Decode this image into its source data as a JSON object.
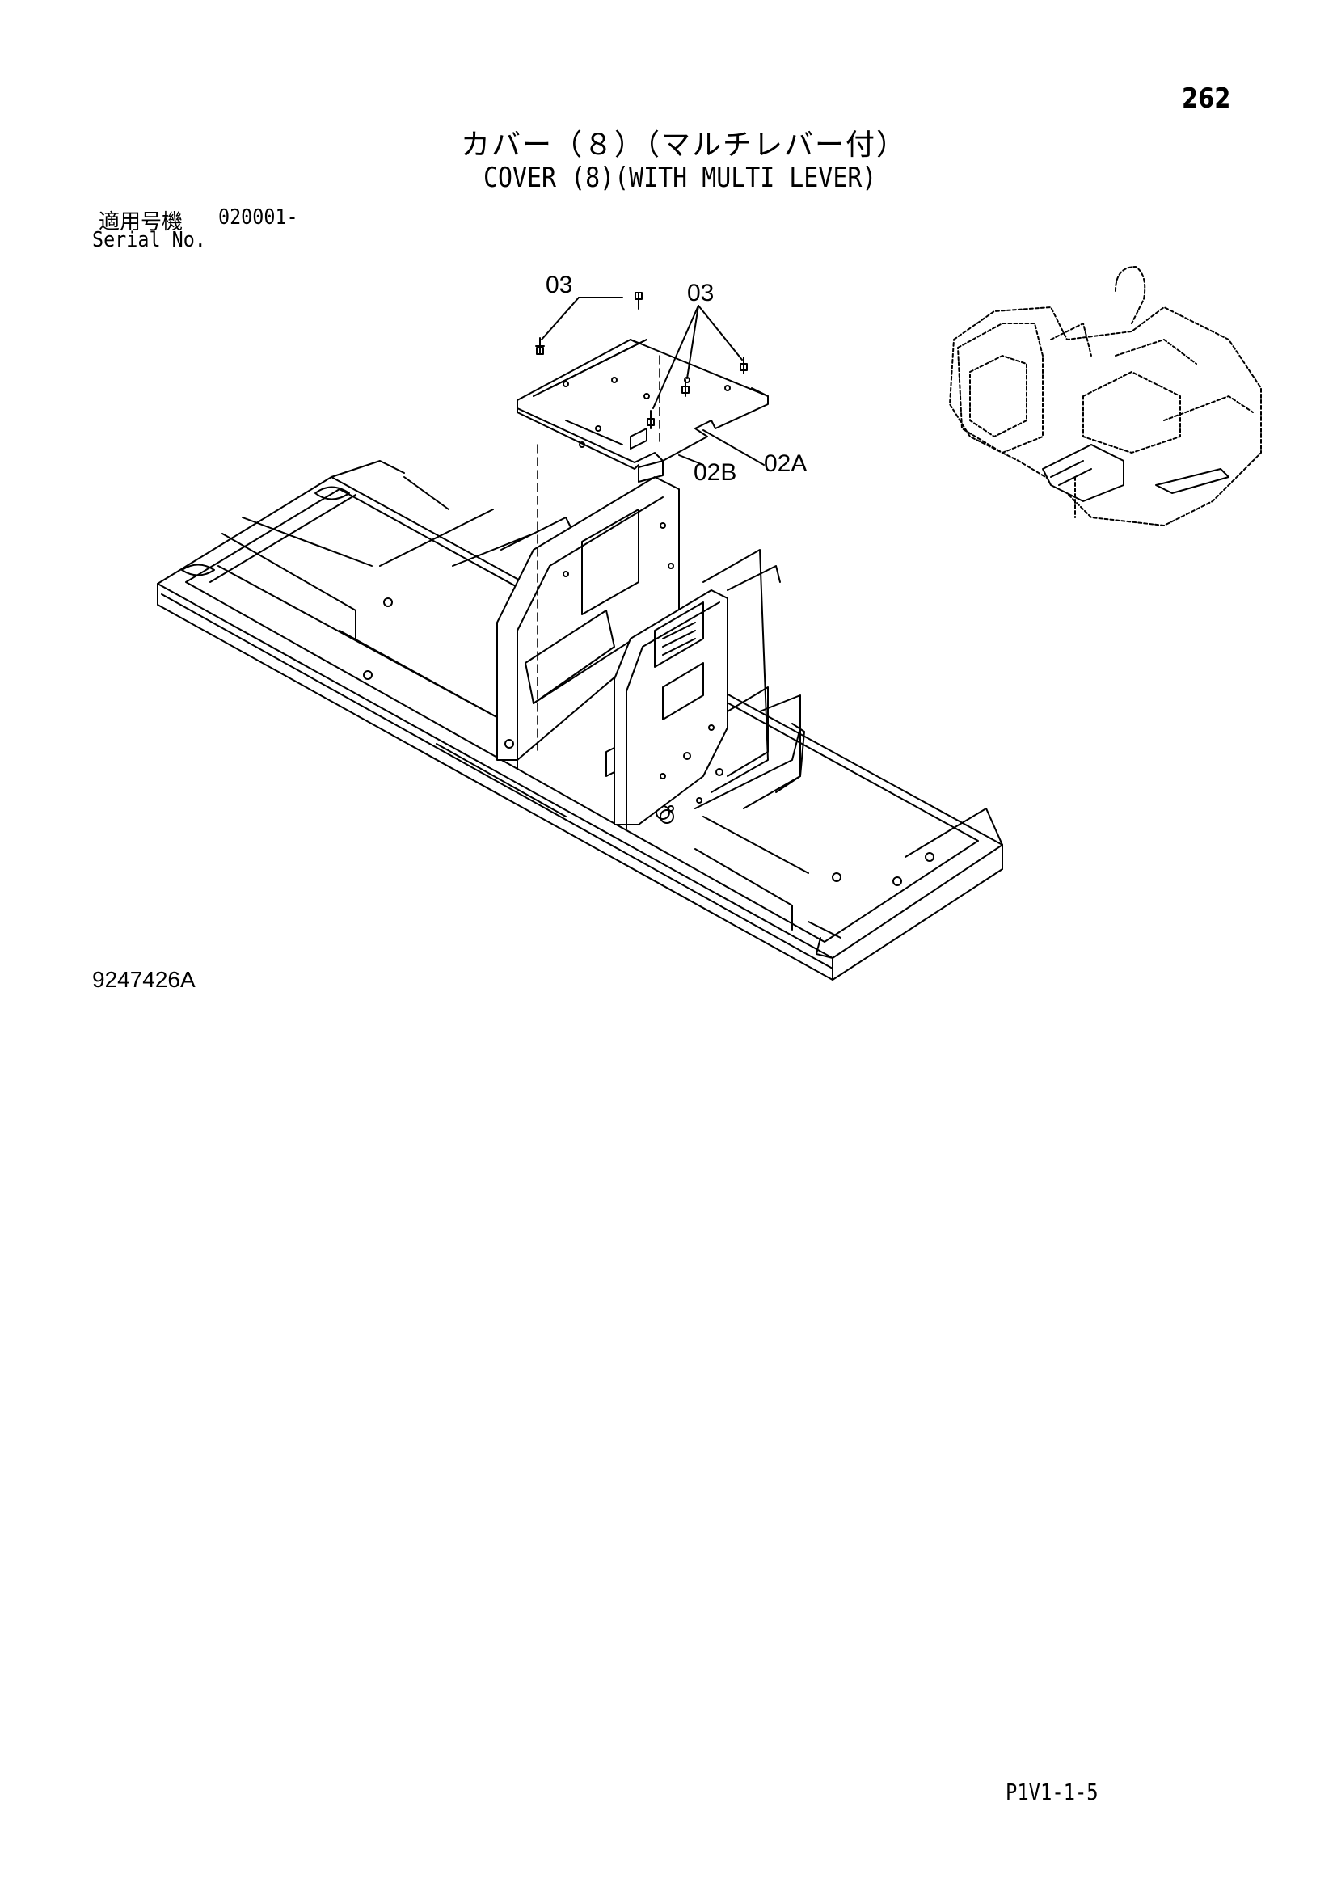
{
  "header": {
    "page_number": "262",
    "title_jp": "カバー（８）（マルチレバー付）",
    "title_en": "COVER (8)(WITH MULTI LEVER)"
  },
  "serial": {
    "label_jp": "適用号機",
    "value": "020001-",
    "label_en": "Serial No."
  },
  "diagram": {
    "callouts": {
      "c03_left": "03",
      "c03_right": "03",
      "c02B": "02B",
      "c02A": "02A"
    },
    "drawing_number": "9247426A"
  },
  "footer": {
    "page_ref": "P1V1-1-5"
  }
}
